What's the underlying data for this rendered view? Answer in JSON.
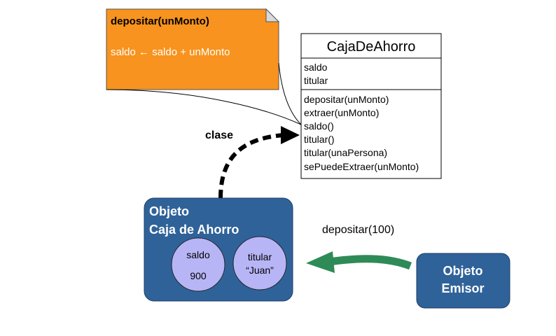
{
  "note": {
    "title": "depositar(unMonto)",
    "body": "saldo ← saldo + unMonto",
    "fill_color": "#F7931E"
  },
  "class_box": {
    "name": "CajaDeAhorro",
    "attributes": [
      "saldo",
      "titular"
    ],
    "methods": [
      "depositar(unMonto)",
      "extraer(unMonto)",
      "saldo()",
      "titular()",
      "titular(unaPersona)",
      "sePuedeExtraer(unMonto)"
    ]
  },
  "relation_label": "clase",
  "object": {
    "title_line1": "Objeto",
    "title_line2": "Caja de Ahorro",
    "fill_color": "#2F6299",
    "slots": [
      {
        "name": "saldo",
        "value": "900",
        "fill_color": "#B7B5F5"
      },
      {
        "name": "titular",
        "value": "“Juan”",
        "fill_color": "#B7B5F5"
      }
    ]
  },
  "message": {
    "label": "depositar(100)",
    "arrow_color": "#2E8B57"
  },
  "sender": {
    "line1": "Objeto",
    "line2": "Emisor",
    "fill_color": "#2F6299"
  }
}
